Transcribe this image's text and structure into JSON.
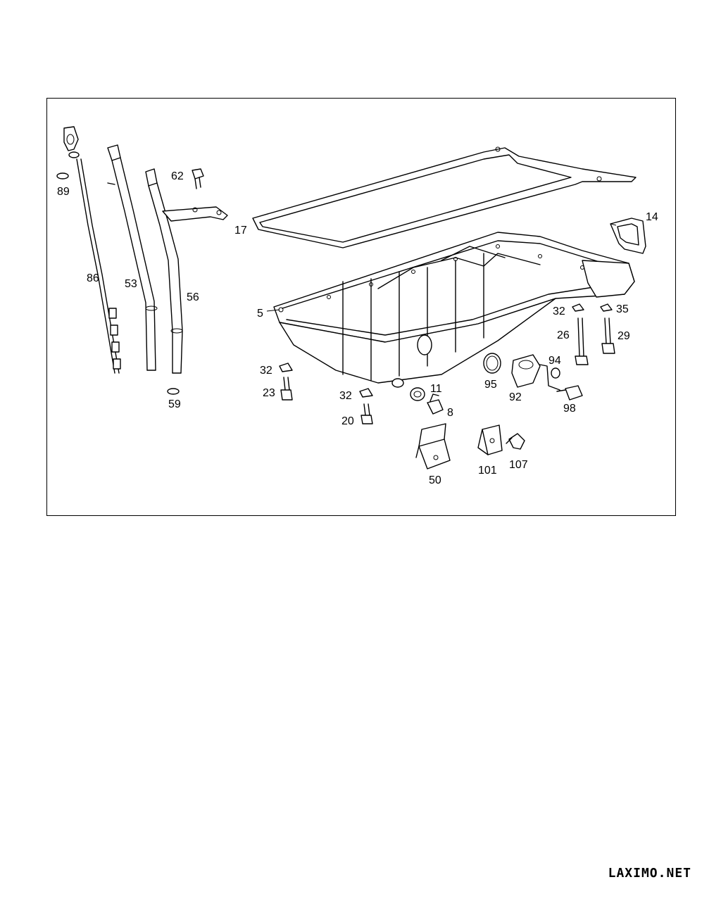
{
  "diagram": {
    "callouts": [
      {
        "id": "89",
        "label": "89"
      },
      {
        "id": "86",
        "label": "86"
      },
      {
        "id": "53",
        "label": "53"
      },
      {
        "id": "62",
        "label": "62"
      },
      {
        "id": "56",
        "label": "56"
      },
      {
        "id": "59",
        "label": "59"
      },
      {
        "id": "17",
        "label": "17"
      },
      {
        "id": "14",
        "label": "14"
      },
      {
        "id": "5",
        "label": "5"
      },
      {
        "id": "32a",
        "label": "32"
      },
      {
        "id": "35",
        "label": "35"
      },
      {
        "id": "26",
        "label": "26"
      },
      {
        "id": "29",
        "label": "29"
      },
      {
        "id": "94",
        "label": "94"
      },
      {
        "id": "95",
        "label": "95"
      },
      {
        "id": "92",
        "label": "92"
      },
      {
        "id": "98",
        "label": "98"
      },
      {
        "id": "32b",
        "label": "32"
      },
      {
        "id": "23",
        "label": "23"
      },
      {
        "id": "32c",
        "label": "32"
      },
      {
        "id": "20",
        "label": "20"
      },
      {
        "id": "11",
        "label": "11"
      },
      {
        "id": "8",
        "label": "8"
      },
      {
        "id": "50",
        "label": "50"
      },
      {
        "id": "101",
        "label": "101"
      },
      {
        "id": "107",
        "label": "107"
      }
    ]
  },
  "watermark": "LAXIMO.NET"
}
